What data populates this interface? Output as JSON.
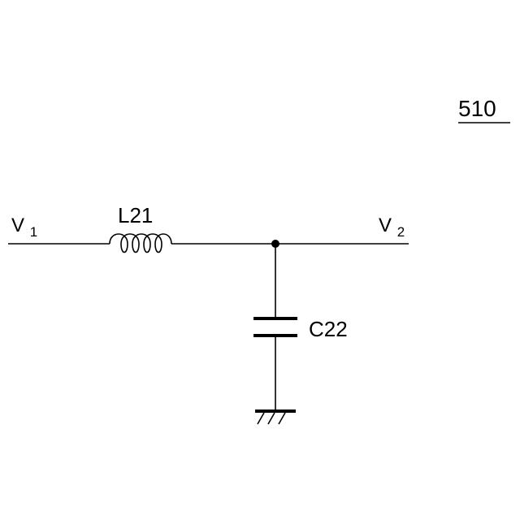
{
  "figure_ref": "510",
  "nodes": {
    "input": {
      "symbol": "V",
      "subscript": "1"
    },
    "output": {
      "symbol": "V",
      "subscript": "2"
    }
  },
  "components": {
    "inductor": {
      "label": "L21"
    },
    "capacitor": {
      "label": "C22"
    }
  }
}
